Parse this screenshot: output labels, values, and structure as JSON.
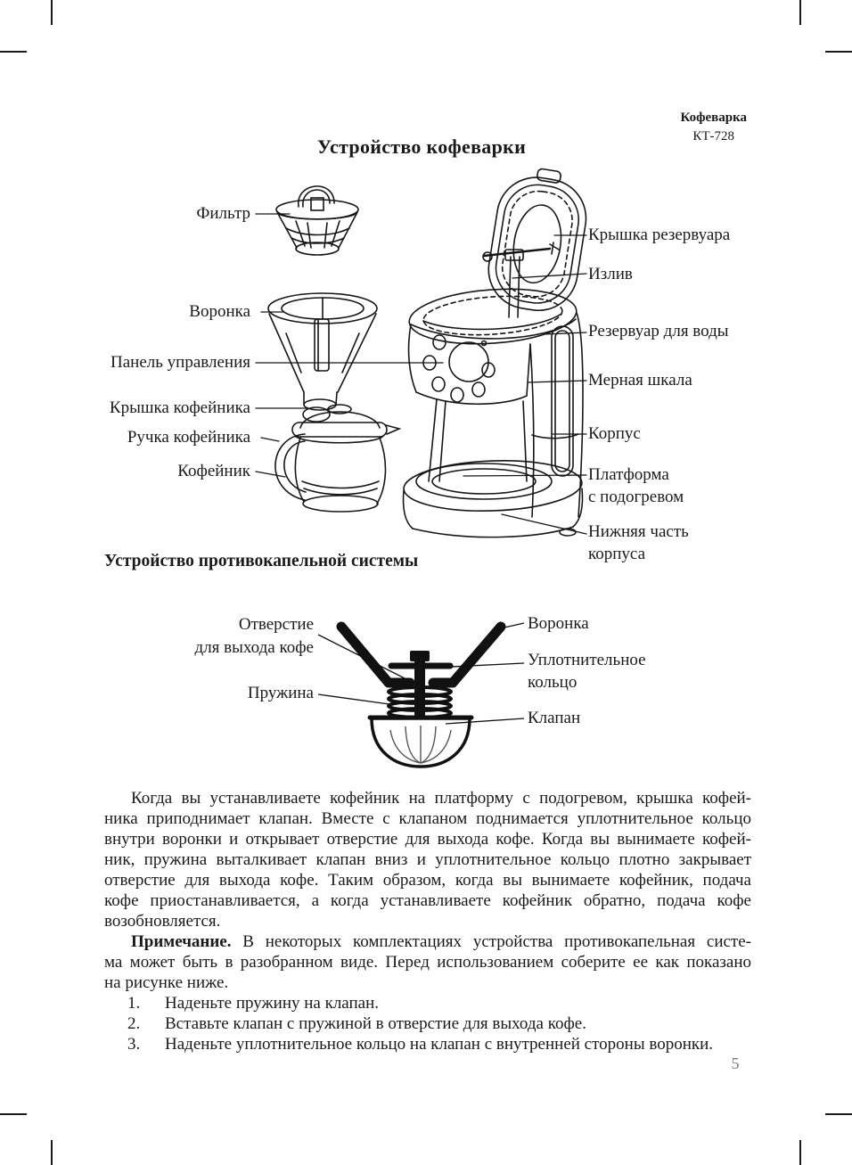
{
  "header": {
    "brand": "Кофеварка",
    "model": "КТ-728"
  },
  "figure1": {
    "title": "Устройство кофеварки",
    "left_labels": [
      {
        "l1": "Фильтр"
      },
      {
        "l1": "Воронка"
      },
      {
        "l1": "Панель управления"
      },
      {
        "l1": "Крышка кофейника"
      },
      {
        "l1": "Ручка кофейника"
      },
      {
        "l1": "Кофейник"
      }
    ],
    "right_labels": [
      {
        "l1": "Крышка резервуара"
      },
      {
        "l1": "Излив"
      },
      {
        "l1": "Резервуар для воды"
      },
      {
        "l1": "Мерная шкала"
      },
      {
        "l1": "Корпус"
      },
      {
        "l1": "Платформа",
        "l2": "с подогревом"
      },
      {
        "l1": "Нижняя часть",
        "l2": "корпуса"
      }
    ]
  },
  "figure2": {
    "heading": "Устройство противокапельной системы",
    "left_labels": [
      {
        "l1": "Отверстие",
        "l2": "для выхода кофе"
      },
      {
        "l1": "Пружина"
      }
    ],
    "right_labels": [
      {
        "l1": "Воронка"
      },
      {
        "l1": "Уплотнительное",
        "l2": "кольцо"
      },
      {
        "l1": "Клапан"
      }
    ]
  },
  "body": {
    "p1": {
      "l0": "Когда вы устанавливаете кофейник на платформу с подогревом, крышка кофей-",
      "l1": "ника приподнимает клапан. Вместе с клапаном поднимается уплотнительное кольцо",
      "l2": "внутри воронки и открывает отверстие для выхода кофе. Когда вы вынимаете кофей-",
      "l3": "ник, пружина выталкивает клапан вниз и уплотнительное кольцо плотно закрывает",
      "l4": "отверстие для выхода кофе. Таким образом, когда вы вынимаете кофейник, подача",
      "l5": "кофе приостанавливается, а когда устанавливаете кофейник обратно, подача кофе",
      "l6": "возобновляется."
    },
    "note": {
      "label": "Примечание.",
      "l0": " В некоторых комплектациях устройства противокапельная систе-",
      "l1": "ма может быть в разобранном виде. Перед использованием соберите ее как показано",
      "l2": "на рисунке ниже."
    },
    "list": [
      {
        "num": "1.",
        "text": "Наденьте пружину на клапан."
      },
      {
        "num": "2.",
        "text": "Вставьте клапан с пружиной в отверстие для выхода кофе."
      },
      {
        "num": "3.",
        "text": "Наденьте уплотнительное кольцо на клапан с внутренней стороны воронки."
      }
    ]
  },
  "footer": {
    "page_number": "5"
  }
}
